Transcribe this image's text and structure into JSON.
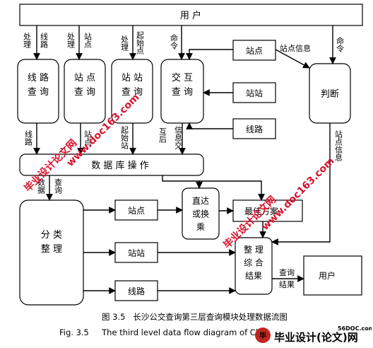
{
  "nodes": {
    "user_top": "用 户",
    "route_query": "线 路\n查 询",
    "station_query": "站 点\n查 询",
    "station_station_query": "站 站\n查 询",
    "interactive_query": "交 互\n查 询",
    "judge": "判断",
    "station_input": "站点",
    "station_station_input": "站站",
    "route_input": "线路",
    "db_operation": "数 据 库 操 作",
    "classify": "分 类\n整 理",
    "out_station": "站点",
    "out_station_station": "站站",
    "out_route": "线路",
    "direct_transfer": "直达\n或换\n乘",
    "best_plan": "最佳方案",
    "summary_result": "整 理\n综 合\n结果",
    "user_bottom": "用户"
  },
  "edge_labels": {
    "handle_route": [
      "处理",
      "线路"
    ],
    "handle_station": [
      "处理",
      "站点"
    ],
    "handle_start": [
      "处理",
      "起始点"
    ],
    "command_1": "命令",
    "station_info": "站点信息",
    "command_2": "命令",
    "route_to_db": "线路",
    "station_to_db": "站点",
    "start_station_to_db": "起始站",
    "interaction_to_db": [
      "互后",
      "信息交"
    ],
    "station_info_v": "站点信息",
    "data_classify": "数据",
    "query": "查询",
    "query_result": "查询\n结果"
  },
  "caption": {
    "zh": "图 3.5   长沙公交查询第三层查询模块处理数据流图",
    "en": "Fig. 3.5     The third level data flow diagram of Cl"
  },
  "watermarks": {
    "text_1": "毕业设计论文网",
    "text_2": "www.doc163.com",
    "text_3": "毕业设计论文网",
    "text_4": "www.doc163.com"
  },
  "brand": {
    "url": "56DOC.com",
    "name": "毕业设计(论文)网"
  },
  "colors": {
    "watermark": "#d8112c",
    "brand_red": "#c0261f"
  }
}
